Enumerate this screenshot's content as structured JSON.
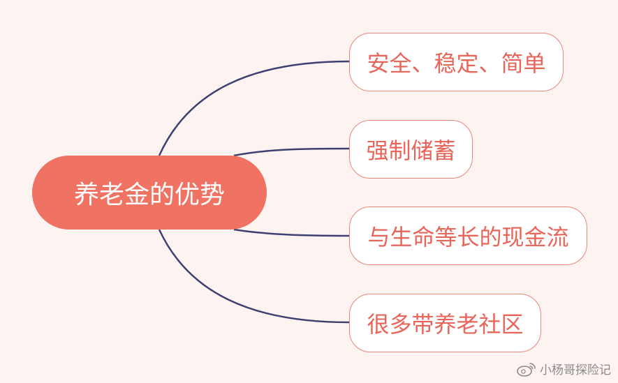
{
  "mindmap": {
    "central": {
      "label": "养老金的优势"
    },
    "branches": [
      {
        "label": "安全、稳定、简单"
      },
      {
        "label": "强制储蓄"
      },
      {
        "label": "与生命等长的现金流"
      },
      {
        "label": "很多带养老社区"
      }
    ]
  },
  "watermark": {
    "icon": "weibo-icon",
    "text": "小杨哥探险记"
  },
  "colors": {
    "background": "#fdf4f2",
    "central_fill": "#f07262",
    "central_text": "#ffffff",
    "branch_border": "#ea8579",
    "branch_text": "#e8655a",
    "connector": "#3d4070"
  }
}
